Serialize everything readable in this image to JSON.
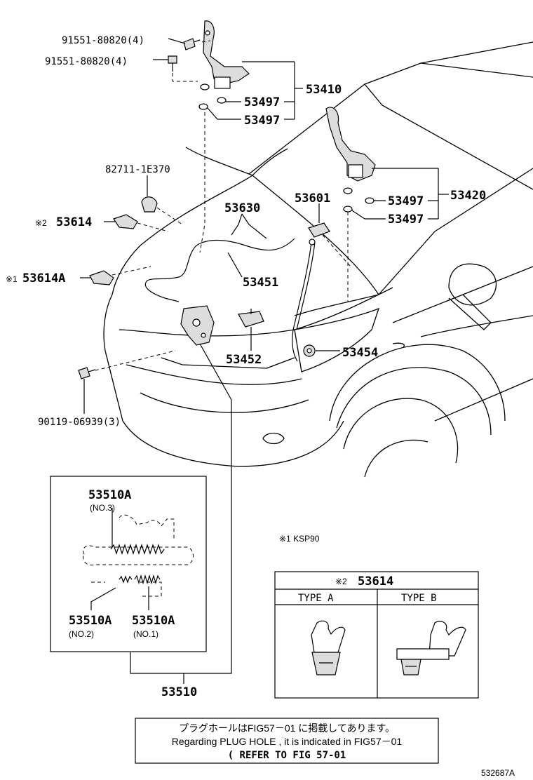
{
  "labels": {
    "bolt_a": "91551-80820(4)",
    "bolt_b": "91551-80820(4)",
    "hinge_lh": "53410",
    "washer_1": "53497",
    "washer_2": "53497",
    "grommet": "82711-1E370",
    "clip_2": "53614",
    "clip_2_mark": "※2",
    "clip_1": "53614A",
    "clip_1_mark": "※1",
    "cable": "53630",
    "support_rod": "53601",
    "hinge_rh": "53420",
    "washer_3": "53497",
    "washer_4": "53497",
    "lock": "53451",
    "lever": "53452",
    "cushion": "53454",
    "screw": "90119-06939(3)",
    "bottom_assy": "53510",
    "diagram_id": "532687A"
  },
  "inset": {
    "spring_3": "53510A",
    "spring_3_sub": "(NO.3)",
    "spring_2": "53510A",
    "spring_2_sub": "(NO.2)",
    "spring_1": "53510A",
    "spring_1_sub": "(NO.1)"
  },
  "footnote": "※1 KSP90",
  "type_table": {
    "title_mark": "※2",
    "title_part": "53614",
    "col_a": "TYPE A",
    "col_b": "TYPE B"
  },
  "notice": {
    "line_jp": "プラグホールはFIG57－01 に掲載してあります。",
    "line_en": "Regarding PLUG HOLE , it is indicated in FIG57－01",
    "line_ref": "( REFER TO FIG 57-01"
  }
}
